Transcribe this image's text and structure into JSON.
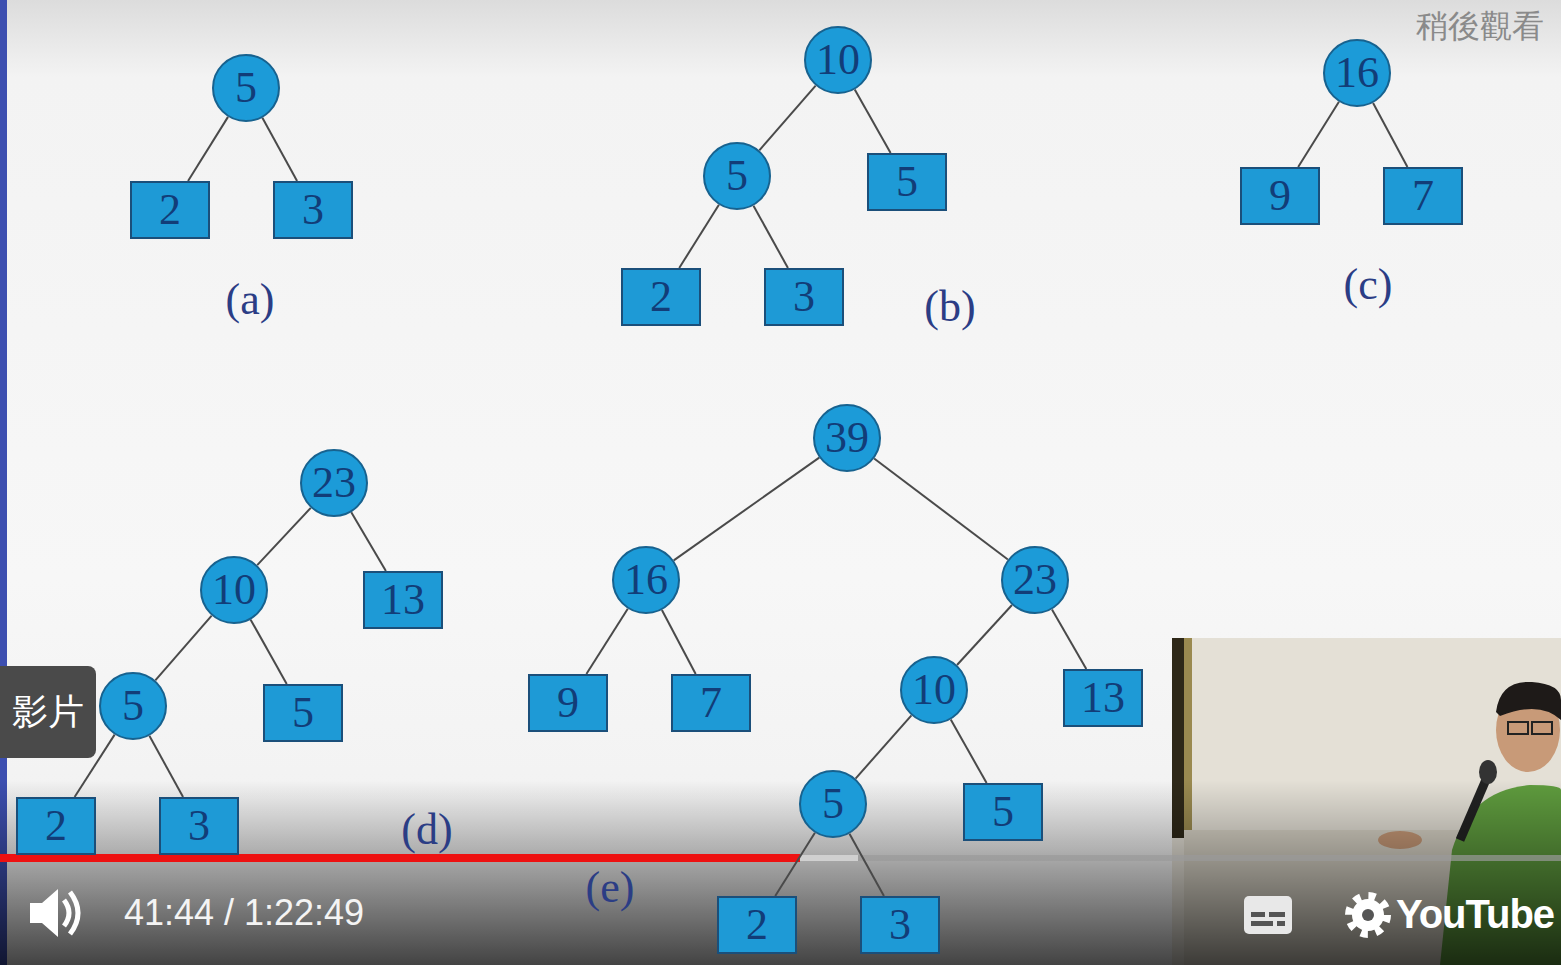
{
  "diagram": {
    "nodes": [
      {
        "text": [
          "5"
        ]
      },
      {
        "text": [
          "2"
        ]
      },
      {
        "text": [
          "3"
        ]
      },
      {
        "text": [
          "10"
        ]
      },
      {
        "text": [
          "5"
        ]
      },
      {
        "text": [
          "5"
        ]
      },
      {
        "text": [
          "2"
        ]
      },
      {
        "text": [
          "3"
        ]
      },
      {
        "text": [
          "16"
        ]
      },
      {
        "text": [
          "9"
        ]
      },
      {
        "text": [
          "7"
        ]
      },
      {
        "text": [
          "23"
        ]
      },
      {
        "text": [
          "10"
        ]
      },
      {
        "text": [
          "13"
        ]
      },
      {
        "text": [
          "5"
        ]
      },
      {
        "text": [
          "5"
        ]
      },
      {
        "text": [
          "2"
        ]
      },
      {
        "text": [
          "3"
        ]
      },
      {
        "text": [
          "39"
        ]
      },
      {
        "text": [
          "16"
        ]
      },
      {
        "text": [
          "23"
        ]
      },
      {
        "text": [
          "9"
        ]
      },
      {
        "text": [
          "7"
        ]
      },
      {
        "text": [
          "10"
        ]
      },
      {
        "text": [
          "13"
        ]
      },
      {
        "text": [
          "5"
        ]
      },
      {
        "text": [
          "5"
        ]
      },
      {
        "text": [
          "2"
        ]
      },
      {
        "text": [
          "3"
        ]
      }
    ],
    "edges": [
      {
        "from": 0,
        "to": 1,
        "arrow": "none"
      },
      {
        "from": 0,
        "to": 2,
        "arrow": "none"
      },
      {
        "from": 3,
        "to": 4,
        "arrow": "none"
      },
      {
        "from": 3,
        "to": 5,
        "arrow": "none"
      },
      {
        "from": 4,
        "to": 6,
        "arrow": "none"
      },
      {
        "from": 4,
        "to": 7,
        "arrow": "none"
      },
      {
        "from": 8,
        "to": 9,
        "arrow": "none"
      },
      {
        "from": 8,
        "to": 10,
        "arrow": "none"
      },
      {
        "from": 11,
        "to": 12,
        "arrow": "none"
      },
      {
        "from": 11,
        "to": 13,
        "arrow": "none"
      },
      {
        "from": 12,
        "to": 14,
        "arrow": "none"
      },
      {
        "from": 12,
        "to": 15,
        "arrow": "none"
      },
      {
        "from": 14,
        "to": 16,
        "arrow": "none"
      },
      {
        "from": 14,
        "to": 17,
        "arrow": "none"
      },
      {
        "from": 18,
        "to": 19,
        "arrow": "none"
      },
      {
        "from": 18,
        "to": 20,
        "arrow": "none"
      },
      {
        "from": 19,
        "to": 21,
        "arrow": "none"
      },
      {
        "from": 19,
        "to": 22,
        "arrow": "none"
      },
      {
        "from": 20,
        "to": 23,
        "arrow": "none"
      },
      {
        "from": 20,
        "to": 24,
        "arrow": "none"
      },
      {
        "from": 23,
        "to": 25,
        "arrow": "none"
      },
      {
        "from": 23,
        "to": 26,
        "arrow": "none"
      },
      {
        "from": 25,
        "to": 27,
        "arrow": "none"
      },
      {
        "from": 25,
        "to": 28,
        "arrow": "none"
      }
    ],
    "labels": [
      "(a)",
      "(b)",
      "(c)",
      "(d)",
      "(e)",
      "稍後觀看",
      "影片",
      "41:44 / 1:22:49",
      "YouTube"
    ]
  }
}
